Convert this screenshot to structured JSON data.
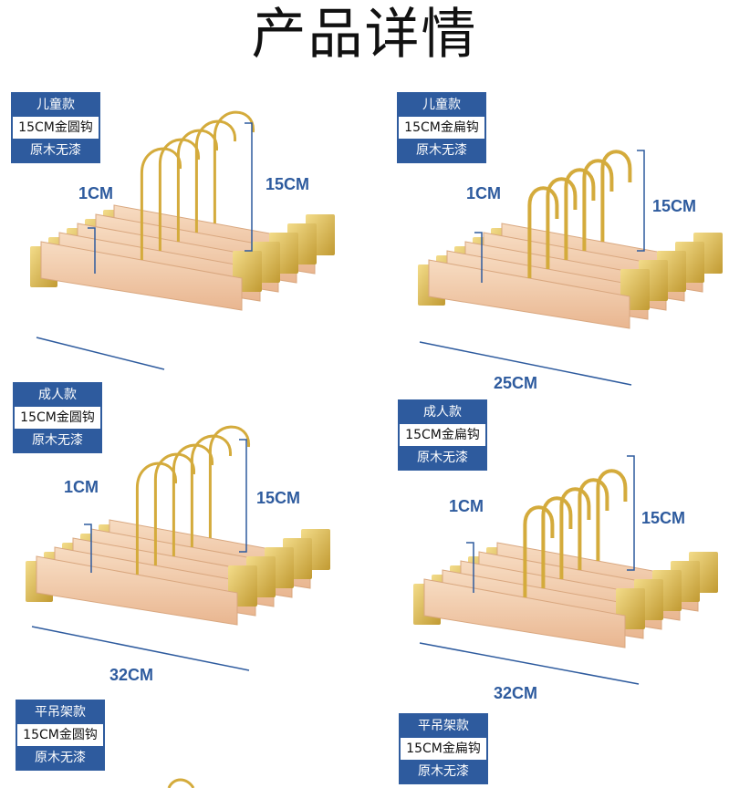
{
  "page_title": "产品详情",
  "panels": [
    {
      "label": {
        "category": "儿童款",
        "hook": "15CM金圆钩",
        "material": "原木无漆"
      },
      "hook_height": "15CM",
      "bar_width": "1CM",
      "length": ""
    },
    {
      "label": {
        "category": "儿童款",
        "hook": "15CM金扁钩",
        "material": "原木无漆"
      },
      "hook_height": "15CM",
      "bar_width": "1CM",
      "length": "25CM"
    },
    {
      "label": {
        "category": "成人款",
        "hook": "15CM金圆钩",
        "material": "原木无漆"
      },
      "hook_height": "15CM",
      "bar_width": "1CM",
      "length": "32CM"
    },
    {
      "label": {
        "category": "成人款",
        "hook": "15CM金扁钩",
        "material": "原木无漆"
      },
      "hook_height": "15CM",
      "bar_width": "1CM",
      "length": "32CM"
    },
    {
      "label": {
        "category": "平吊架款",
        "hook": "15CM金圆钩",
        "material": "原木无漆"
      }
    },
    {
      "label": {
        "category": "平吊架款",
        "hook": "15CM金扁钩",
        "material": "原木无漆"
      }
    }
  ],
  "colors": {
    "label_blue": "#2e5b9e",
    "wood": "#f0c9a6",
    "gold": "#d8b24a"
  }
}
